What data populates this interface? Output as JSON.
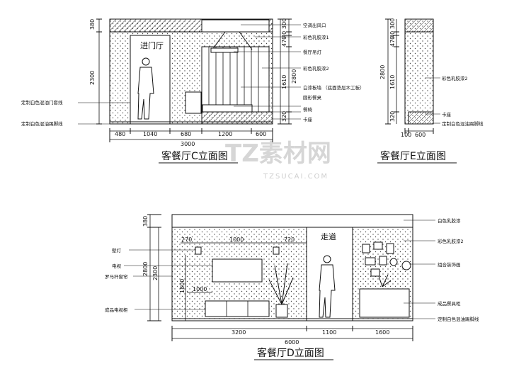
{
  "watermark": {
    "brand": "TZ素材网",
    "domain": "TZSUCAI.COM"
  },
  "elevation_c": {
    "title": "客餐厅C立面图",
    "room_label": "进门厅",
    "top_dims": [
      "380",
      "2300"
    ],
    "bottom_dims": [
      "480",
      "1040",
      "680",
      "1200",
      "600"
    ],
    "total": "3000",
    "right_dims": [
      "300",
      "40",
      "470",
      "1610",
      "320"
    ],
    "right_total": "2800",
    "right_notes": [
      "空调出风口",
      "彩色乳胶漆1",
      "餐厅吊灯",
      "彩色乳胶漆2",
      "白漆板墙\n（底面垫层木工板）",
      "圆形餐桌",
      "餐椅",
      "卡座"
    ],
    "left_notes": [
      "定制白色混油门套线",
      "定制白色混油踢脚线"
    ]
  },
  "elevation_e": {
    "title": "客餐厅E立面图",
    "left_dim": "2800",
    "right_dims": [
      "300",
      "40",
      "470",
      "1610",
      "320"
    ],
    "bottom_dims": [
      "100",
      "600"
    ],
    "notes": [
      "彩色乳胶漆2",
      "卡座",
      "定制白色混油踢脚线"
    ]
  },
  "elevation_d": {
    "title": "客餐厅D立面图",
    "room_label": "走道",
    "left_dims": [
      "380",
      "2300"
    ],
    "left_total": "2800",
    "inner_dims": [
      "270",
      "1000",
      "720",
      "1000",
      "1800"
    ],
    "bottom_dims": [
      "3200",
      "1100",
      "1600"
    ],
    "total": "6000",
    "left_notes": [
      "壁灯",
      "电视",
      "罗马杆窗帘",
      "成品电视柜"
    ],
    "right_notes": [
      "白色乳胶漆",
      "彩色乳胶漆2",
      "组合装饰画",
      "成品餐具柜",
      "定制白色混油踢脚线"
    ]
  }
}
